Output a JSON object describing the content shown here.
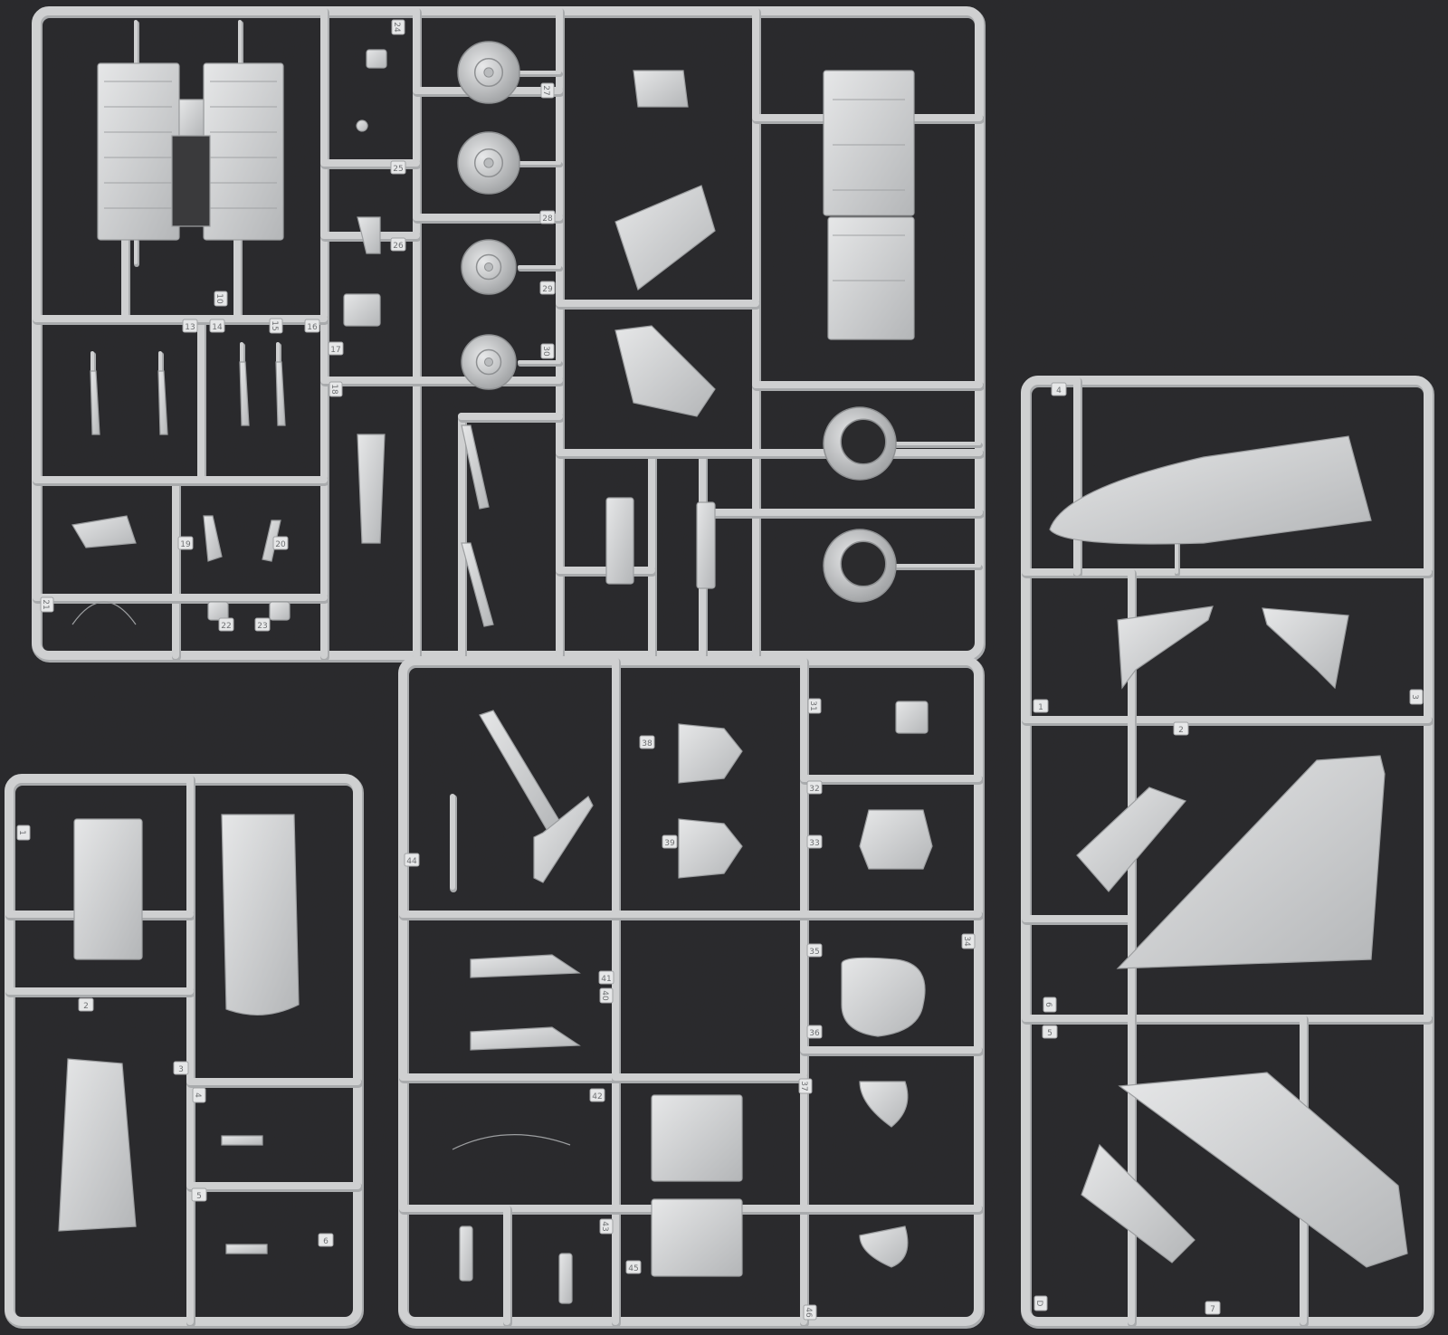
{
  "photo": {
    "background_color": "#2b2b2d",
    "plastic_color": "#cfd0d1",
    "plastic_shadow": "#a9abad",
    "plastic_highlight": "#e6e7e8"
  },
  "sprues": [
    {
      "id": "upper-left-frame",
      "labels": [
        "10",
        "13",
        "14",
        "15",
        "16",
        "17",
        "18",
        "19",
        "20",
        "21",
        "22",
        "23",
        "24",
        "25",
        "26",
        "27",
        "28",
        "29",
        "30"
      ]
    },
    {
      "id": "center-frame",
      "labels": [
        "31",
        "32",
        "33",
        "34",
        "35",
        "36",
        "37",
        "38",
        "39",
        "40",
        "41",
        "42",
        "43",
        "44",
        "45",
        "46"
      ]
    },
    {
      "id": "lower-left-frame",
      "labels": [
        "1",
        "2",
        "3",
        "4",
        "5",
        "6"
      ]
    },
    {
      "id": "right-frame",
      "labels": [
        "D",
        "1",
        "2",
        "3",
        "4",
        "5",
        "6",
        "7"
      ]
    }
  ]
}
